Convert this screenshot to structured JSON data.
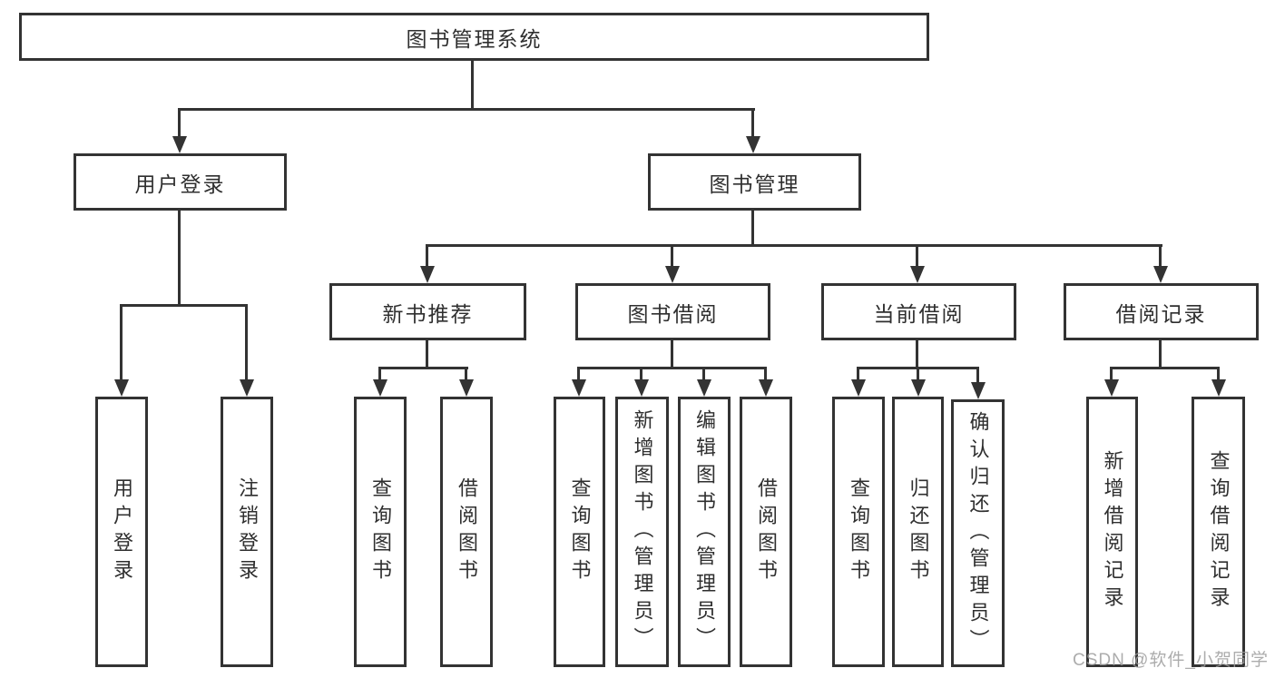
{
  "diagram": {
    "root": {
      "label": "图书管理系统"
    },
    "level2": [
      {
        "label": "用户登录"
      },
      {
        "label": "图书管理"
      }
    ],
    "level3": [
      {
        "label": "新书推荐"
      },
      {
        "label": "图书借阅"
      },
      {
        "label": "当前借阅"
      },
      {
        "label": "借阅记录"
      }
    ],
    "leaves": {
      "user_login": [
        {
          "label": "用户登录"
        },
        {
          "label": "注销登录"
        }
      ],
      "new_book": [
        {
          "label": "查询图书"
        },
        {
          "label": "借阅图书"
        }
      ],
      "book_borrow": [
        {
          "label": "查询图书"
        },
        {
          "label": "新增图书（管理员）"
        },
        {
          "label": "编辑图书（管理员）"
        },
        {
          "label": "借阅图书"
        }
      ],
      "current_borrow": [
        {
          "label": "查询图书"
        },
        {
          "label": "归还图书"
        },
        {
          "label": "确认归还（管理员）"
        }
      ],
      "borrow_records": [
        {
          "label": "新增借阅记录"
        },
        {
          "label": "查询借阅记录"
        }
      ]
    }
  },
  "watermark": {
    "text": "CSDN @软件_小贺同学"
  },
  "colors": {
    "line": "#333333",
    "text": "#2f2f2f",
    "watermark": "#9e9e9e",
    "background": "#ffffff"
  }
}
